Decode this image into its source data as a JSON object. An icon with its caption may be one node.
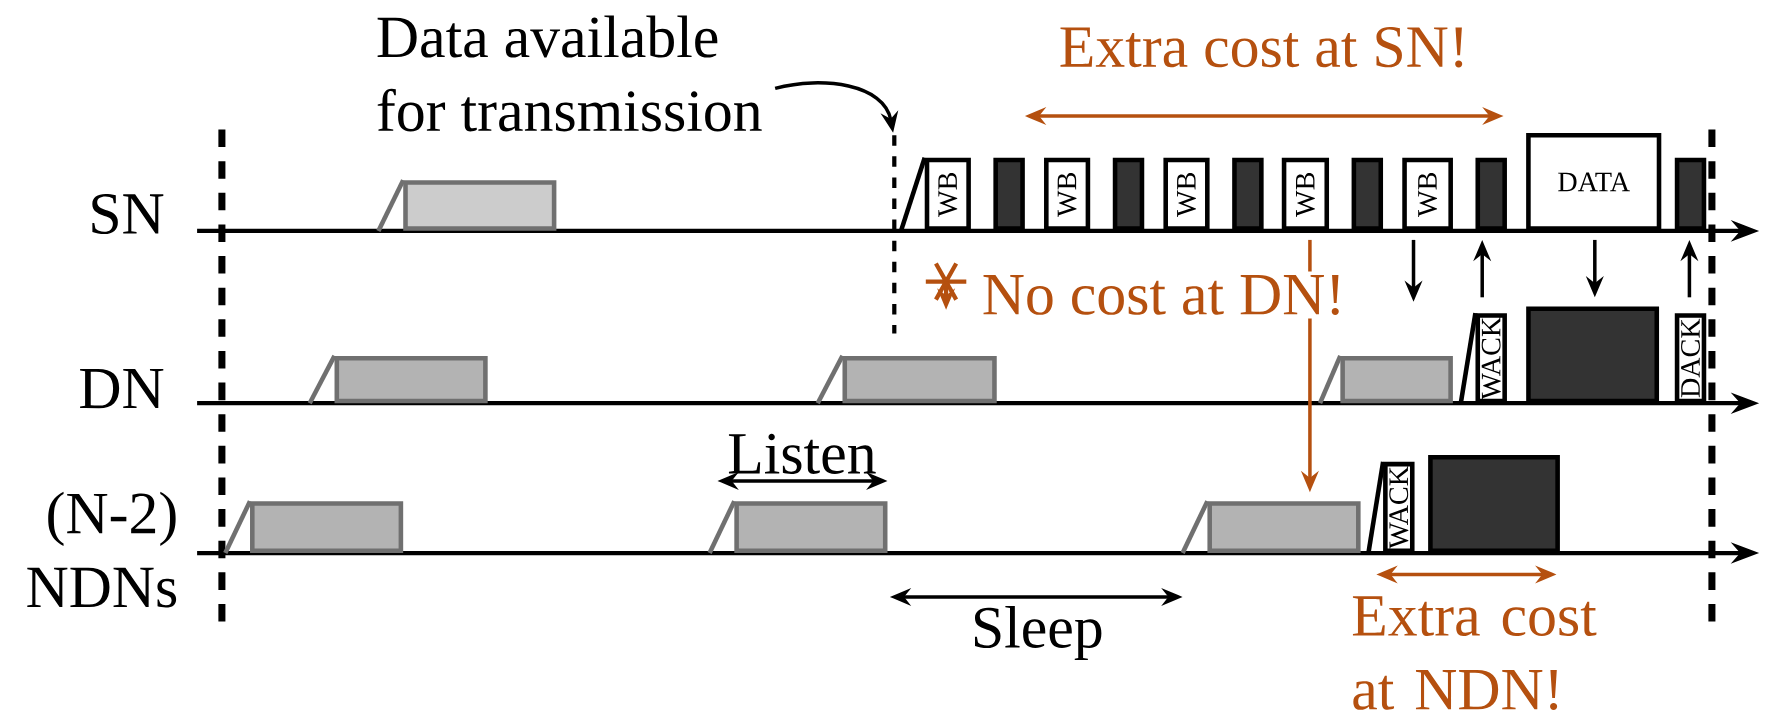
{
  "diagram": {
    "nodes": [
      {
        "text": [
          "Data available for transmission"
        ]
      },
      {
        "text": [],
        "shape": "box"
      },
      {
        "text": [
          "WB"
        ]
      },
      {
        "text": [],
        "shape": "box"
      },
      {
        "text": [
          "WB"
        ]
      },
      {
        "text": [],
        "shape": "box"
      },
      {
        "text": [
          "WB"
        ]
      },
      {
        "text": [],
        "shape": "box"
      },
      {
        "text": [
          "WB"
        ]
      },
      {
        "text": [],
        "shape": "box"
      },
      {
        "text": [
          "WB"
        ]
      },
      {
        "text": [],
        "shape": "box"
      },
      {
        "text": [
          "DATA"
        ]
      },
      {
        "text": [],
        "shape": "box"
      },
      {
        "text": [],
        "shape": "box"
      },
      {
        "text": [],
        "shape": "box"
      },
      {
        "text": [],
        "shape": "box"
      },
      {
        "text": [
          "WACK"
        ]
      },
      {
        "text": [],
        "shape": "box"
      },
      {
        "text": [
          "DACK"
        ]
      },
      {
        "text": [],
        "shape": "box"
      },
      {
        "text": [],
        "shape": "box"
      },
      {
        "text": [],
        "shape": "box"
      },
      {
        "text": [
          "WACK"
        ]
      },
      {
        "text": [],
        "shape": "box"
      }
    ],
    "edges": [
      {
        "from": 0,
        "to": null,
        "arrow": "to"
      },
      {
        "from": 10,
        "to": null,
        "arrow": "to"
      },
      {
        "from": 17,
        "to": 11,
        "arrow": "to"
      },
      {
        "from": 12,
        "to": 18,
        "arrow": "to"
      },
      {
        "from": 19,
        "to": 13,
        "arrow": "to"
      },
      {
        "from": 8,
        "to": 22,
        "arrow": "to",
        "color": "#b5500f"
      }
    ],
    "labels": [
      "Extra cost at SN!",
      "SN",
      "No cost at DN!",
      "DN",
      "Listen",
      "(N-2) NDNs",
      "Sleep",
      "Extra cost at NDN!"
    ]
  }
}
